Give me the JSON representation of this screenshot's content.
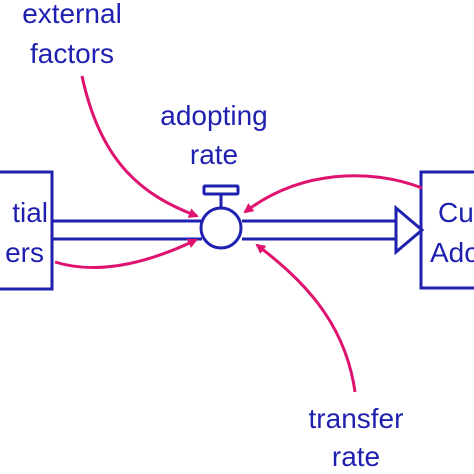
{
  "colors": {
    "stock_and_flow": "#1f1fb0",
    "causal_link": "#e0126f",
    "background": "#ffffff"
  },
  "labels": {
    "external_factors_line1": "external",
    "external_factors_line2": "factors",
    "adopting_rate_line1": "adopting",
    "adopting_rate_line2": "rate",
    "transfer_rate_line1": "transfer",
    "transfer_rate_line2": "rate",
    "left_stock_line1": "tial",
    "left_stock_line2": "ers",
    "right_stock_line1": "Cu",
    "right_stock_line2": "Ado"
  },
  "icons": {
    "valve": "valve-icon",
    "flow_arrowhead": "flow-arrowhead-icon"
  }
}
